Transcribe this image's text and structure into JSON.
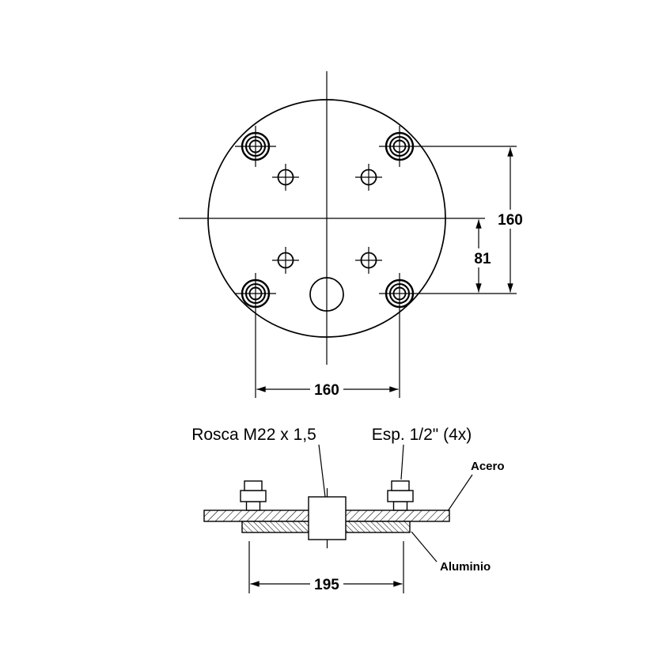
{
  "top_view": {
    "dim_vertical": "160",
    "dim_center_offset": "81",
    "dim_horizontal": "160"
  },
  "section_view": {
    "thread_label": "Rosca M22 x 1,5",
    "bolt_label": "Esp. 1/2\" (4x)",
    "steel_label": "Acero",
    "aluminum_label": "Aluminio",
    "dim_width": "195"
  },
  "colors": {
    "line": "#000000",
    "background": "#ffffff"
  }
}
